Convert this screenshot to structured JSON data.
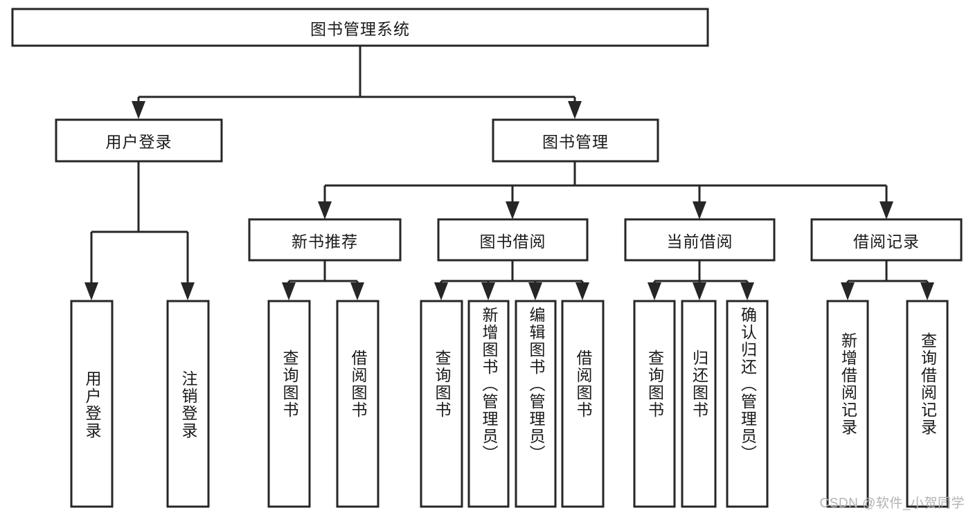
{
  "diagram": {
    "type": "tree-hierarchy-chart",
    "orientation": "top-down",
    "root": {
      "id": "root",
      "label": "图书管理系统",
      "text_orientation": "horizontal"
    },
    "level2": [
      {
        "id": "user-login",
        "label": "用户登录",
        "text_orientation": "horizontal"
      },
      {
        "id": "book-management",
        "label": "图书管理",
        "text_orientation": "horizontal"
      }
    ],
    "level3": [
      {
        "id": "new-book-recommend",
        "label": "新书推荐",
        "text_orientation": "horizontal",
        "parent": "book-management"
      },
      {
        "id": "book-borrow",
        "label": "图书借阅",
        "text_orientation": "horizontal",
        "parent": "book-management"
      },
      {
        "id": "current-borrow",
        "label": "当前借阅",
        "text_orientation": "horizontal",
        "parent": "book-management"
      },
      {
        "id": "borrow-record",
        "label": "借阅记录",
        "text_orientation": "horizontal",
        "parent": "book-management"
      }
    ],
    "leaves": [
      {
        "id": "leaf-user-login",
        "label": "用户登录",
        "text_orientation": "vertical",
        "parent": "user-login"
      },
      {
        "id": "leaf-logout-login",
        "label": "注销登录",
        "text_orientation": "vertical",
        "parent": "user-login"
      },
      {
        "id": "leaf-query-book-1",
        "label": "查询图书",
        "text_orientation": "vertical",
        "parent": "new-book-recommend"
      },
      {
        "id": "leaf-borrow-book-1",
        "label": "借阅图书",
        "text_orientation": "vertical",
        "parent": "new-book-recommend"
      },
      {
        "id": "leaf-query-book-2",
        "label": "查询图书",
        "text_orientation": "vertical",
        "parent": "book-borrow"
      },
      {
        "id": "leaf-add-book-admin",
        "label": "新增图书（管理员）",
        "text_orientation": "vertical",
        "parent": "book-borrow"
      },
      {
        "id": "leaf-edit-book-admin",
        "label": "编辑图书（管理员）",
        "text_orientation": "vertical",
        "parent": "book-borrow"
      },
      {
        "id": "leaf-borrow-book-2",
        "label": "借阅图书",
        "text_orientation": "vertical",
        "parent": "book-borrow"
      },
      {
        "id": "leaf-query-book-3",
        "label": "查询图书",
        "text_orientation": "vertical",
        "parent": "current-borrow"
      },
      {
        "id": "leaf-return-book",
        "label": "归还图书",
        "text_orientation": "vertical",
        "parent": "current-borrow"
      },
      {
        "id": "leaf-confirm-return-admin",
        "label": "确认归还（管理员）",
        "text_orientation": "vertical",
        "parent": "current-borrow"
      },
      {
        "id": "leaf-add-borrow-record",
        "label": "新增借阅记录",
        "text_orientation": "vertical",
        "parent": "borrow-record"
      },
      {
        "id": "leaf-query-borrow-record",
        "label": "查询借阅记录",
        "text_orientation": "vertical",
        "parent": "borrow-record"
      }
    ],
    "colors": {
      "stroke": "#262626",
      "box_fill": "#ffffff",
      "text": "#1a1a1a",
      "background": "#ffffff",
      "watermark": "#b3b3b3"
    }
  },
  "watermark": {
    "text": "CSDN @软件_小贺同学"
  }
}
